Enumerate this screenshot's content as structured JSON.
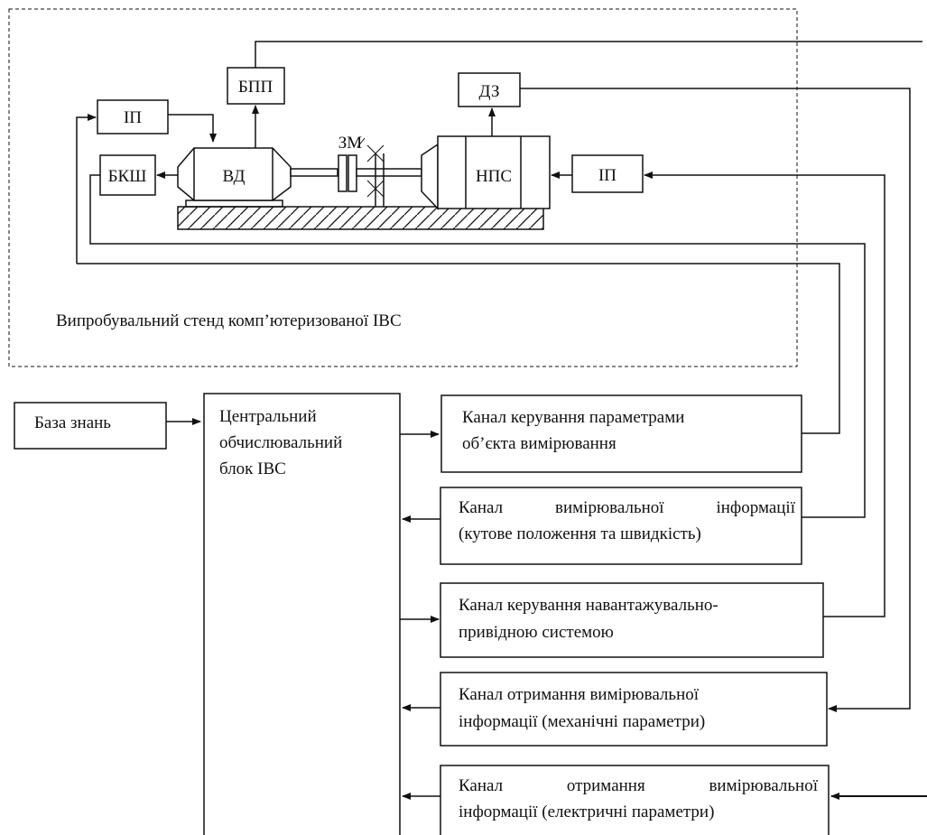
{
  "stand": {
    "caption": "Випробувальний стенд комп’ютеризованої ІВС",
    "labels": {
      "ip_left": "ІП",
      "bpp": "БПП",
      "dz": "ДЗ",
      "bksh": "БКШ",
      "vd": "ВД",
      "zm": "ЗМ",
      "nps": "НПС",
      "ip_right": "ІП"
    }
  },
  "knowledge_base": "База знань",
  "central_block": {
    "line1": "Центральний",
    "line2": "обчислювальний",
    "line3": "блок ІВС"
  },
  "channels": [
    {
      "line1": "Канал керування параметрами",
      "line2": "об’єкта вимірювання"
    },
    {
      "line1": "Канал вимірювальної інформації",
      "line2": "(кутове положення та швидкість)"
    },
    {
      "line1": "Канал керування навантажувально-",
      "line2": "привідною системою"
    },
    {
      "line1": "Канал отримання вимірювальної",
      "line2": "інформації (механічні параметри)"
    },
    {
      "line1": "Канал отримання вимірювальної",
      "line2": "інформації (електричні параметри)"
    }
  ]
}
